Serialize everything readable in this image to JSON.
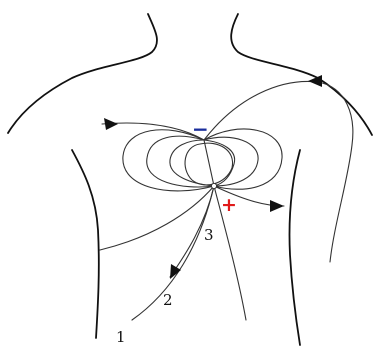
{
  "labels": {
    "lead_1": "1",
    "lead_2": "2",
    "lead_3": "3",
    "negative_pole": "−",
    "positive_pole": "+"
  },
  "colors": {
    "negative_pole": "#1a2e9c",
    "positive_pole": "#e01a1a",
    "lines": "#333333",
    "outline": "#111111"
  }
}
